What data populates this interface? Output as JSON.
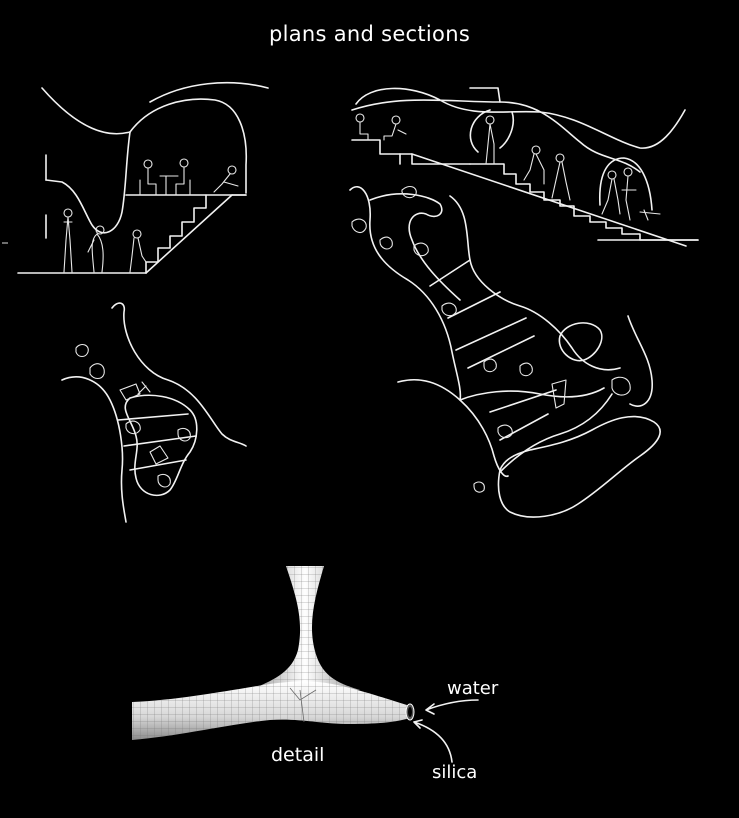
{
  "title": "plans and sections",
  "labels": {
    "detail": "detail",
    "water": "water",
    "silica": "silica"
  },
  "colors": {
    "background": "#000000",
    "line": "#f2f2f2",
    "mesh": "#bdbdbd"
  }
}
